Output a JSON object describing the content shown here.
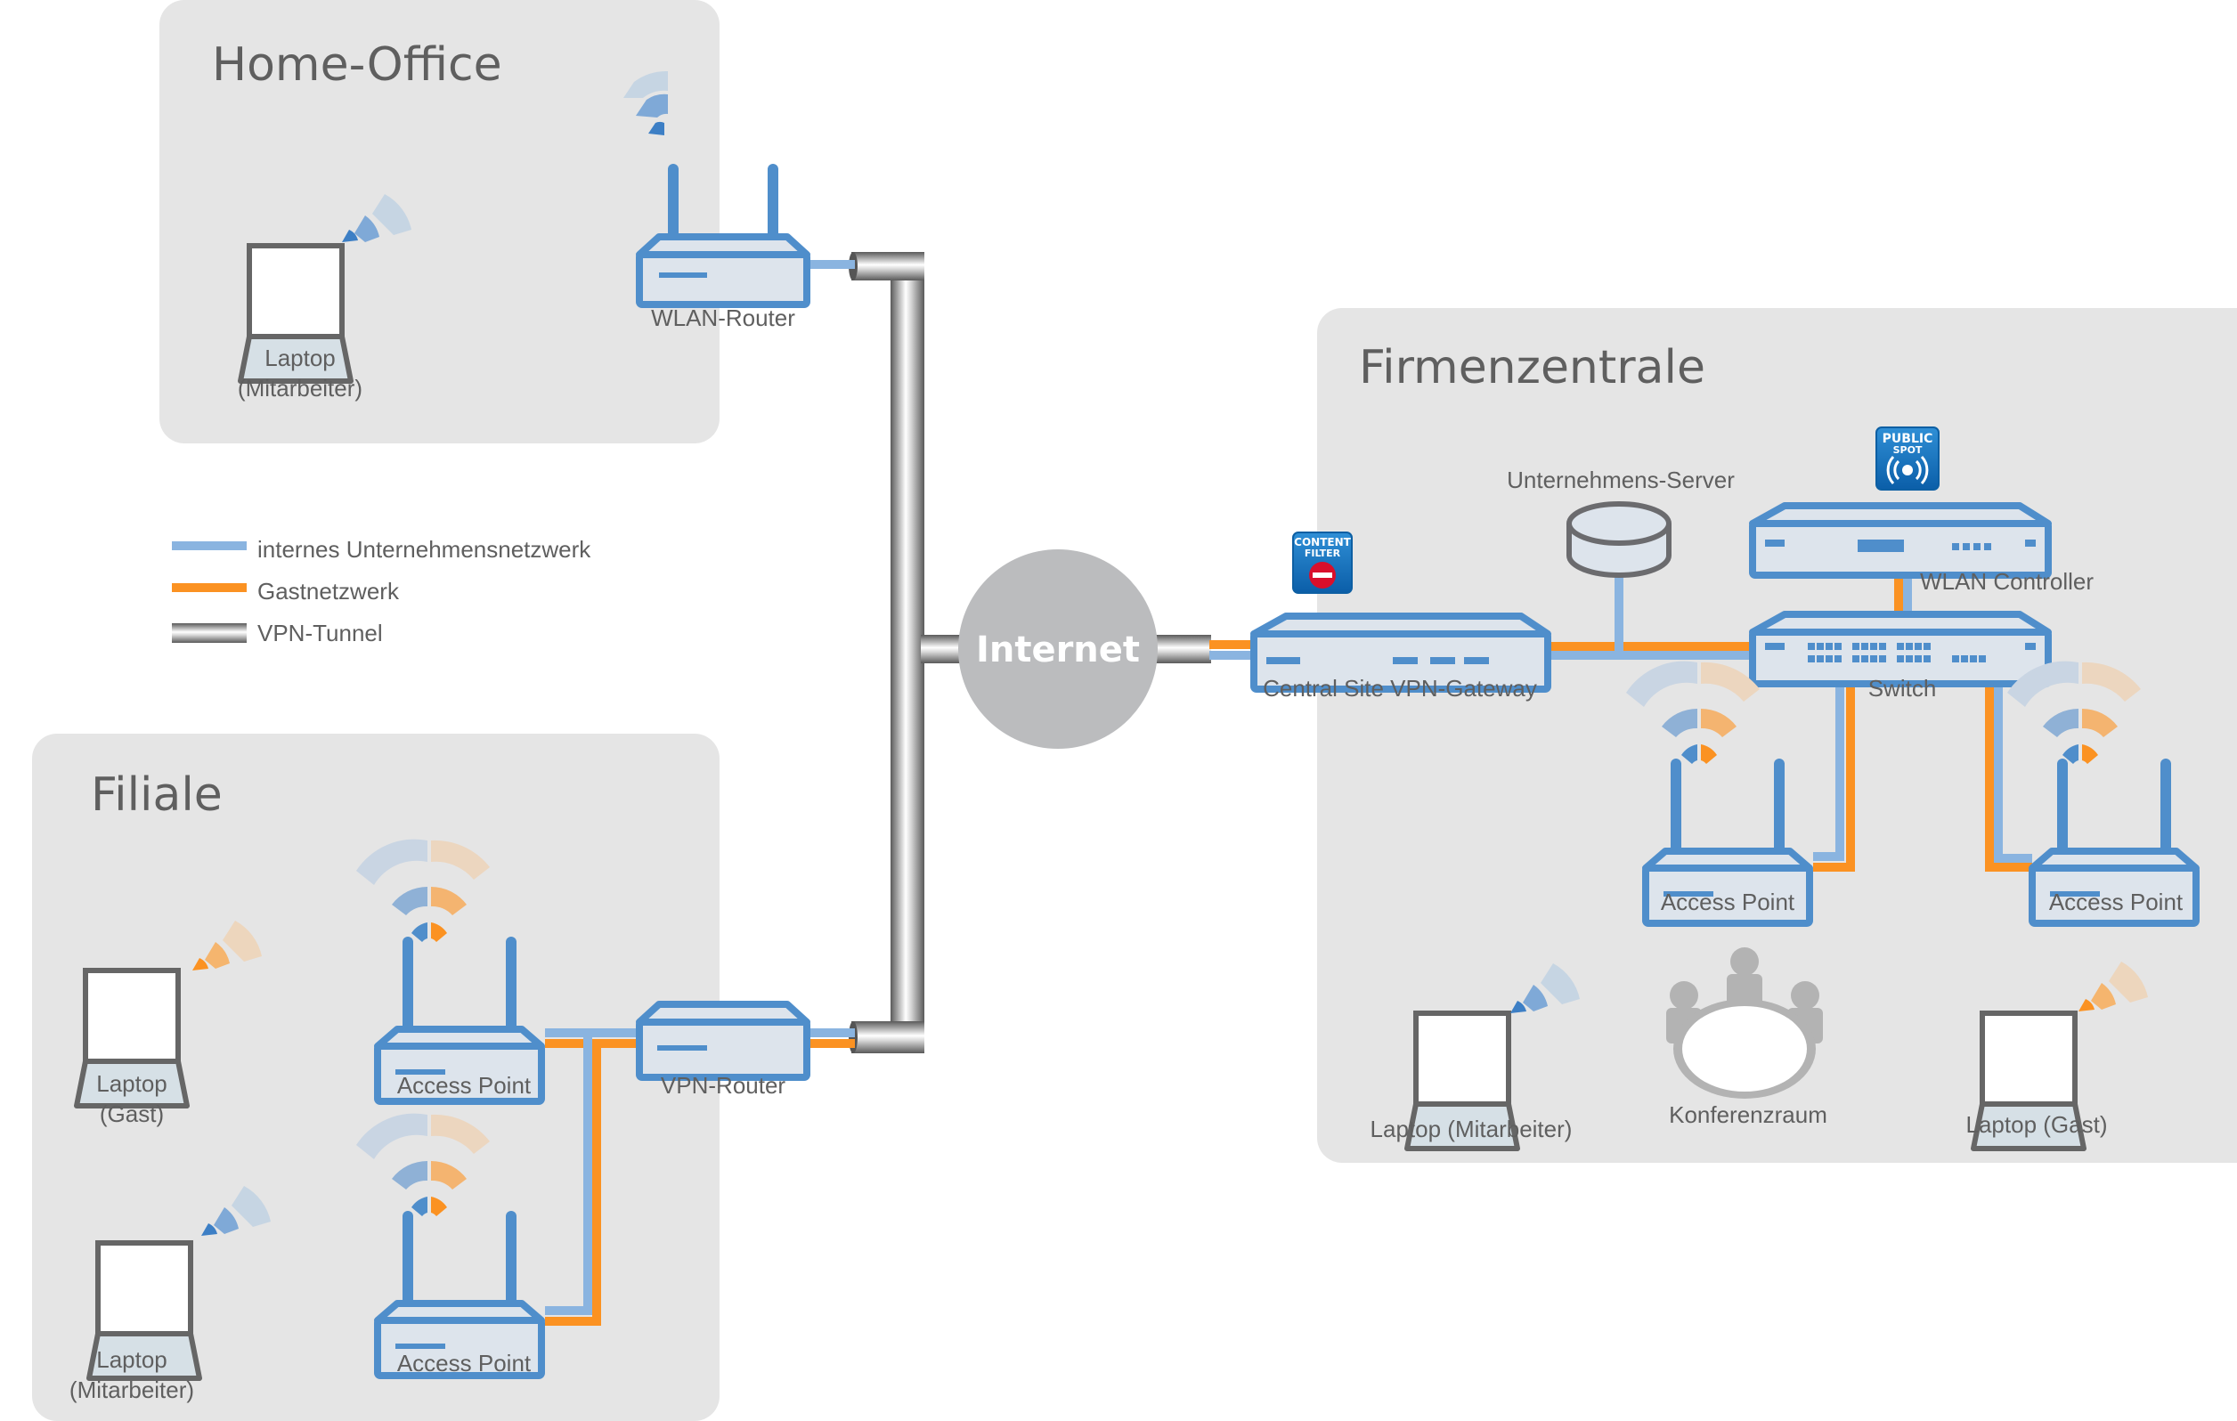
{
  "zones": {
    "home_office": "Home-Office",
    "filiale": "Filiale",
    "firmenzentrale": "Firmenzentrale"
  },
  "legend": {
    "internal": "internes Unternehmensnetzwerk",
    "guest": "Gastnetzwerk",
    "vpn": "VPN-Tunnel"
  },
  "colors": {
    "internal": "#8ab4e0",
    "guest": "#fb9222",
    "device": "#4f8ecb",
    "zone_bg": "#e5e5e5",
    "internet": "#bbbcbe"
  },
  "internet": "Internet",
  "home_office": {
    "laptop": [
      "Laptop",
      "(Mitarbeiter)"
    ],
    "router": "WLAN-Router"
  },
  "filiale": {
    "laptop_guest": [
      "Laptop",
      "(Gast)"
    ],
    "laptop_employee": [
      "Laptop",
      "(Mitarbeiter)"
    ],
    "ap_top": "Access Point",
    "ap_bottom": "Access Point",
    "vpn_router": "VPN-Router"
  },
  "hq": {
    "gateway": "Central Site VPN-Gateway",
    "server": "Unternehmens-Server",
    "wlan_controller": "WLAN Controller",
    "switch": "Switch",
    "ap_left": "Access Point",
    "ap_right": "Access Point",
    "laptop_employee": "Laptop (Mitarbeiter)",
    "conference": "Konferenzraum",
    "laptop_guest": "Laptop (Gast)",
    "content_filter": [
      "CONTENT",
      "FILTER"
    ],
    "public_spot": [
      "PUBLIC",
      "SPOT"
    ]
  }
}
